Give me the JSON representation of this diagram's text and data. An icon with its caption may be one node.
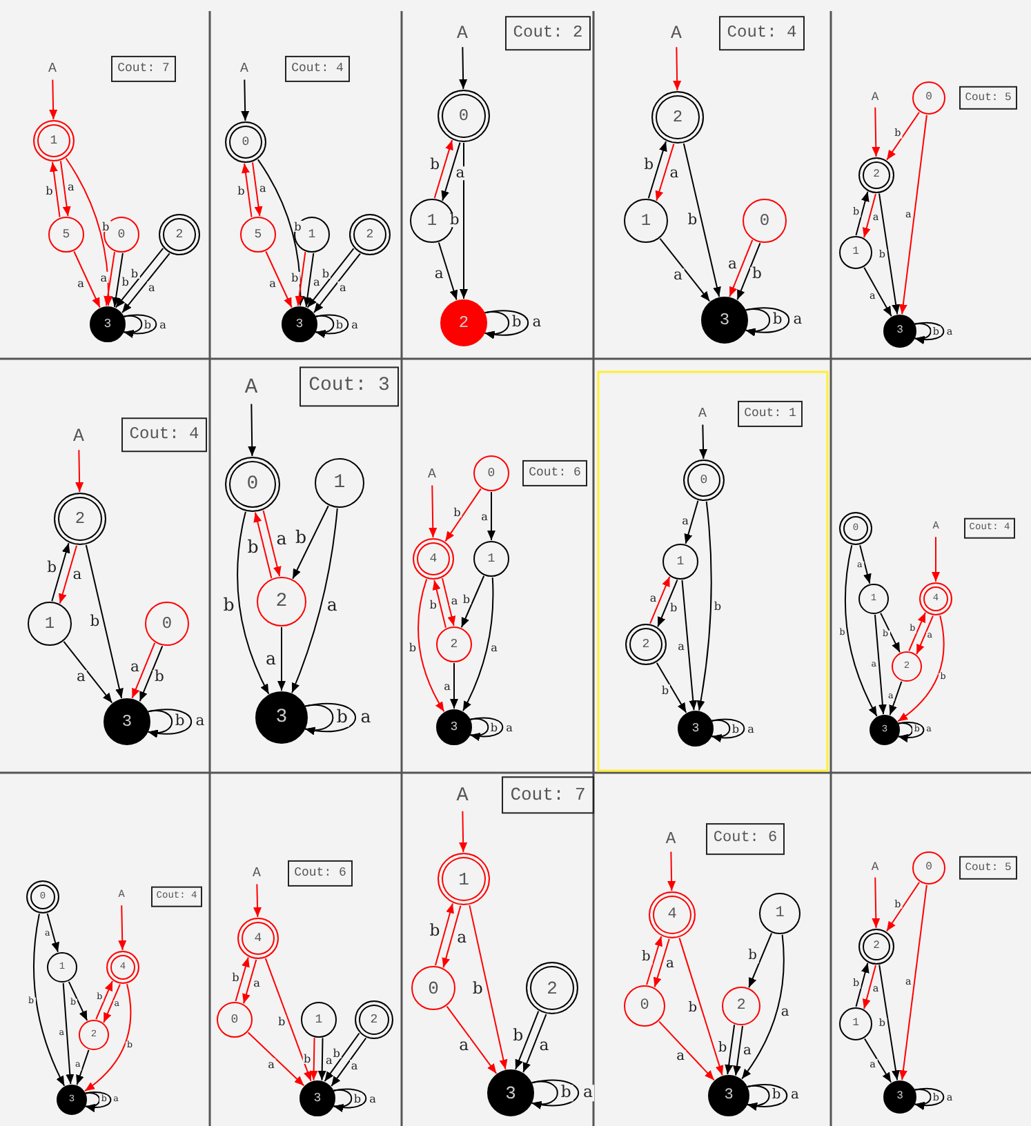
{
  "diagram": {
    "nodes": [
      {
        "text": [
          "A"
        ]
      },
      {
        "text": [
          "Cout: 7"
        ]
      },
      {
        "text": [
          "1"
        ]
      },
      {
        "text": [
          "5"
        ]
      },
      {
        "text": [
          "0"
        ]
      },
      {
        "text": [
          "2"
        ]
      },
      {
        "text": [
          "3"
        ]
      },
      {
        "text": [
          "A"
        ]
      },
      {
        "text": [
          "Cout: 4"
        ]
      },
      {
        "text": [
          "0"
        ]
      },
      {
        "text": [
          "5"
        ]
      },
      {
        "text": [
          "1"
        ]
      },
      {
        "text": [
          "2"
        ]
      },
      {
        "text": [
          "3"
        ]
      },
      {
        "text": [
          "A"
        ]
      },
      {
        "text": [
          "Cout: 2"
        ]
      },
      {
        "text": [
          "0"
        ]
      },
      {
        "text": [
          "1"
        ]
      },
      {
        "text": [
          "2"
        ]
      },
      {
        "text": [
          "A"
        ]
      },
      {
        "text": [
          "Cout: 4"
        ]
      },
      {
        "text": [
          "2"
        ]
      },
      {
        "text": [
          "1"
        ]
      },
      {
        "text": [
          "0"
        ]
      },
      {
        "text": [
          "3"
        ]
      },
      {
        "text": [
          "A"
        ]
      },
      {
        "text": [
          "0"
        ]
      },
      {
        "text": [
          "Cout: 5"
        ]
      },
      {
        "text": [
          "2"
        ]
      },
      {
        "text": [
          "1"
        ]
      },
      {
        "text": [
          "3"
        ]
      },
      {
        "text": [
          "A"
        ]
      },
      {
        "text": [
          "Cout: 4"
        ]
      },
      {
        "text": [
          "2"
        ]
      },
      {
        "text": [
          "1"
        ]
      },
      {
        "text": [
          "0"
        ]
      },
      {
        "text": [
          "3"
        ]
      },
      {
        "text": [
          "A"
        ]
      },
      {
        "text": [
          "Cout: 3"
        ]
      },
      {
        "text": [
          "0"
        ]
      },
      {
        "text": [
          "1"
        ]
      },
      {
        "text": [
          "2"
        ]
      },
      {
        "text": [
          "3"
        ]
      },
      {
        "text": [
          "A"
        ]
      },
      {
        "text": [
          "0"
        ]
      },
      {
        "text": [
          "Cout: 6"
        ]
      },
      {
        "text": [
          "4"
        ]
      },
      {
        "text": [
          "1"
        ]
      },
      {
        "text": [
          "2"
        ]
      },
      {
        "text": [
          "3"
        ]
      },
      {
        "text": [
          "A"
        ]
      },
      {
        "text": [
          "Cout: 1"
        ]
      },
      {
        "text": [
          "0"
        ]
      },
      {
        "text": [
          "1"
        ]
      },
      {
        "text": [
          "2"
        ]
      },
      {
        "text": [
          "3"
        ]
      },
      {
        "text": [
          "0"
        ]
      },
      {
        "text": [
          "A"
        ]
      },
      {
        "text": [
          "Cout: 4"
        ]
      },
      {
        "text": [
          "1"
        ]
      },
      {
        "text": [
          "4"
        ]
      },
      {
        "text": [
          "2"
        ]
      },
      {
        "text": [
          "3"
        ]
      },
      {
        "text": [
          "0"
        ]
      },
      {
        "text": [
          "A"
        ]
      },
      {
        "text": [
          "Cout: 4"
        ]
      },
      {
        "text": [
          "1"
        ]
      },
      {
        "text": [
          "4"
        ]
      },
      {
        "text": [
          "2"
        ]
      },
      {
        "text": [
          "3"
        ]
      },
      {
        "text": [
          "A"
        ]
      },
      {
        "text": [
          "Cout: 6"
        ]
      },
      {
        "text": [
          "4"
        ]
      },
      {
        "text": [
          "0"
        ]
      },
      {
        "text": [
          "1"
        ]
      },
      {
        "text": [
          "2"
        ]
      },
      {
        "text": [
          "3"
        ]
      },
      {
        "text": [
          "A"
        ]
      },
      {
        "text": [
          "Cout: 7"
        ]
      },
      {
        "text": [
          "1"
        ]
      },
      {
        "text": [
          "0"
        ]
      },
      {
        "text": [
          "2"
        ]
      },
      {
        "text": [
          "3"
        ]
      },
      {
        "text": [
          "A"
        ]
      },
      {
        "text": [
          "Cout: 6"
        ]
      },
      {
        "text": [
          "4"
        ]
      },
      {
        "text": [
          "1"
        ]
      },
      {
        "text": [
          "0"
        ]
      },
      {
        "text": [
          "2"
        ]
      },
      {
        "text": [
          "3"
        ]
      },
      {
        "text": [
          "A"
        ]
      },
      {
        "text": [
          "0"
        ]
      },
      {
        "text": [
          "Cout: 5"
        ]
      },
      {
        "text": [
          "2"
        ]
      },
      {
        "text": [
          "1"
        ]
      },
      {
        "text": [
          "3"
        ]
      }
    ],
    "edges": [
      {
        "from": 0,
        "to": 2,
        "arrow": "to",
        "color": "#ff0000"
      },
      {
        "from": 2,
        "to": 3,
        "arrow": "to",
        "label": "a",
        "color": "#ff0000"
      },
      {
        "from": 3,
        "to": 2,
        "arrow": "to",
        "label": "b",
        "color": "#ff0000"
      },
      {
        "from": 2,
        "to": 6,
        "arrow": "to",
        "label": "b",
        "color": "#ff0000"
      },
      {
        "from": 3,
        "to": 6,
        "arrow": "to",
        "label": "a",
        "color": "#ff0000"
      },
      {
        "from": 4,
        "to": 6,
        "arrow": "to",
        "label": "b"
      },
      {
        "from": 4,
        "to": 6,
        "arrow": "to",
        "label": "a",
        "color": "#ff0000"
      },
      {
        "from": 5,
        "to": 6,
        "arrow": "to",
        "label": "a"
      },
      {
        "from": 5,
        "to": 6,
        "arrow": "to",
        "label": "b"
      },
      {
        "from": 6,
        "to": 6,
        "arrow": "to",
        "label": "b"
      },
      {
        "from": 6,
        "to": 6,
        "arrow": "to",
        "label": "a"
      },
      {
        "from": 7,
        "to": 9,
        "arrow": "to"
      },
      {
        "from": 9,
        "to": 10,
        "arrow": "to",
        "label": "a",
        "color": "#ff0000"
      },
      {
        "from": 10,
        "to": 9,
        "arrow": "to",
        "label": "b",
        "color": "#ff0000"
      },
      {
        "from": 9,
        "to": 13,
        "arrow": "to",
        "label": "b"
      },
      {
        "from": 10,
        "to": 13,
        "arrow": "to",
        "label": "a",
        "color": "#ff0000"
      },
      {
        "from": 11,
        "to": 13,
        "arrow": "to",
        "label": "a"
      },
      {
        "from": 11,
        "to": 13,
        "arrow": "to",
        "label": "b",
        "color": "#ff0000"
      },
      {
        "from": 12,
        "to": 13,
        "arrow": "to",
        "label": "a"
      },
      {
        "from": 12,
        "to": 13,
        "arrow": "to",
        "label": "b"
      },
      {
        "from": 13,
        "to": 13,
        "arrow": "to",
        "label": "b"
      },
      {
        "from": 13,
        "to": 13,
        "arrow": "to",
        "label": "a"
      },
      {
        "from": 14,
        "to": 16,
        "arrow": "to"
      },
      {
        "from": 16,
        "to": 17,
        "arrow": "to",
        "label": "a"
      },
      {
        "from": 17,
        "to": 16,
        "arrow": "to",
        "label": "b",
        "color": "#ff0000"
      },
      {
        "from": 16,
        "to": 18,
        "arrow": "to",
        "label": "b"
      },
      {
        "from": 17,
        "to": 18,
        "arrow": "to",
        "label": "a"
      },
      {
        "from": 18,
        "to": 18,
        "arrow": "to",
        "label": "b"
      },
      {
        "from": 18,
        "to": 18,
        "arrow": "to",
        "label": "a"
      },
      {
        "from": 19,
        "to": 21,
        "arrow": "to",
        "color": "#ff0000"
      },
      {
        "from": 21,
        "to": 22,
        "arrow": "to",
        "label": "a",
        "color": "#ff0000"
      },
      {
        "from": 22,
        "to": 21,
        "arrow": "to",
        "label": "b"
      },
      {
        "from": 21,
        "to": 24,
        "arrow": "to",
        "label": "b"
      },
      {
        "from": 22,
        "to": 24,
        "arrow": "to",
        "label": "a"
      },
      {
        "from": 23,
        "to": 24,
        "arrow": "to",
        "label": "b"
      },
      {
        "from": 23,
        "to": 24,
        "arrow": "to",
        "label": "a",
        "color": "#ff0000"
      },
      {
        "from": 24,
        "to": 24,
        "arrow": "to",
        "label": "b"
      },
      {
        "from": 24,
        "to": 24,
        "arrow": "to",
        "label": "a"
      },
      {
        "from": 25,
        "to": 28,
        "arrow": "to",
        "color": "#ff0000"
      },
      {
        "from": 26,
        "to": 28,
        "arrow": "to",
        "label": "b",
        "color": "#ff0000"
      },
      {
        "from": 26,
        "to": 30,
        "arrow": "to",
        "label": "a",
        "color": "#ff0000"
      },
      {
        "from": 28,
        "to": 29,
        "arrow": "to",
        "label": "a",
        "color": "#ff0000"
      },
      {
        "from": 29,
        "to": 28,
        "arrow": "to",
        "label": "b"
      },
      {
        "from": 28,
        "to": 30,
        "arrow": "to",
        "label": "b"
      },
      {
        "from": 29,
        "to": 30,
        "arrow": "to",
        "label": "a"
      },
      {
        "from": 30,
        "to": 30,
        "arrow": "to",
        "label": "b"
      },
      {
        "from": 30,
        "to": 30,
        "arrow": "to",
        "label": "a"
      },
      {
        "from": 31,
        "to": 33,
        "arrow": "to",
        "color": "#ff0000"
      },
      {
        "from": 33,
        "to": 34,
        "arrow": "to",
        "label": "a",
        "color": "#ff0000"
      },
      {
        "from": 34,
        "to": 33,
        "arrow": "to",
        "label": "b"
      },
      {
        "from": 33,
        "to": 36,
        "arrow": "to",
        "label": "b"
      },
      {
        "from": 34,
        "to": 36,
        "arrow": "to",
        "label": "a"
      },
      {
        "from": 35,
        "to": 36,
        "arrow": "to",
        "label": "b"
      },
      {
        "from": 35,
        "to": 36,
        "arrow": "to",
        "label": "a",
        "color": "#ff0000"
      },
      {
        "from": 36,
        "to": 36,
        "arrow": "to",
        "label": "b"
      },
      {
        "from": 36,
        "to": 36,
        "arrow": "to",
        "label": "a"
      },
      {
        "from": 37,
        "to": 39,
        "arrow": "to"
      },
      {
        "from": 39,
        "to": 41,
        "arrow": "to",
        "label": "a",
        "color": "#ff0000"
      },
      {
        "from": 41,
        "to": 39,
        "arrow": "to",
        "label": "b",
        "color": "#ff0000"
      },
      {
        "from": 40,
        "to": 41,
        "arrow": "to",
        "label": "b"
      },
      {
        "from": 39,
        "to": 42,
        "arrow": "to",
        "label": "b"
      },
      {
        "from": 40,
        "to": 42,
        "arrow": "to",
        "label": "a"
      },
      {
        "from": 41,
        "to": 42,
        "arrow": "to",
        "label": "a"
      },
      {
        "from": 42,
        "to": 42,
        "arrow": "to",
        "label": "b"
      },
      {
        "from": 42,
        "to": 42,
        "arrow": "to",
        "label": "a"
      },
      {
        "from": 43,
        "to": 46,
        "arrow": "to",
        "color": "#ff0000"
      },
      {
        "from": 44,
        "to": 46,
        "arrow": "to",
        "label": "b",
        "color": "#ff0000"
      },
      {
        "from": 44,
        "to": 47,
        "arrow": "to",
        "label": "a"
      },
      {
        "from": 46,
        "to": 48,
        "arrow": "to",
        "label": "a",
        "color": "#ff0000"
      },
      {
        "from": 48,
        "to": 46,
        "arrow": "to",
        "label": "b",
        "color": "#ff0000"
      },
      {
        "from": 47,
        "to": 48,
        "arrow": "to",
        "label": "b"
      },
      {
        "from": 46,
        "to": 49,
        "arrow": "to",
        "label": "b",
        "color": "#ff0000"
      },
      {
        "from": 47,
        "to": 49,
        "arrow": "to",
        "label": "a"
      },
      {
        "from": 48,
        "to": 49,
        "arrow": "to",
        "label": "a"
      },
      {
        "from": 49,
        "to": 49,
        "arrow": "to",
        "label": "b"
      },
      {
        "from": 49,
        "to": 49,
        "arrow": "to",
        "label": "a"
      },
      {
        "from": 50,
        "to": 52,
        "arrow": "to"
      },
      {
        "from": 52,
        "to": 53,
        "arrow": "to",
        "label": "a"
      },
      {
        "from": 52,
        "to": 55,
        "arrow": "to",
        "label": "b"
      },
      {
        "from": 53,
        "to": 54,
        "arrow": "to",
        "label": "b"
      },
      {
        "from": 54,
        "to": 53,
        "arrow": "to",
        "label": "a",
        "color": "#ff0000"
      },
      {
        "from": 53,
        "to": 55,
        "arrow": "to",
        "label": "a"
      },
      {
        "from": 54,
        "to": 55,
        "arrow": "to",
        "label": "b"
      },
      {
        "from": 55,
        "to": 55,
        "arrow": "to",
        "label": "b"
      },
      {
        "from": 55,
        "to": 55,
        "arrow": "to",
        "label": "a"
      },
      {
        "from": 57,
        "to": 60,
        "arrow": "to",
        "color": "#ff0000"
      },
      {
        "from": 56,
        "to": 59,
        "arrow": "to",
        "label": "a"
      },
      {
        "from": 56,
        "to": 62,
        "arrow": "to",
        "label": "b"
      },
      {
        "from": 59,
        "to": 61,
        "arrow": "to",
        "label": "b"
      },
      {
        "from": 59,
        "to": 62,
        "arrow": "to",
        "label": "a"
      },
      {
        "from": 60,
        "to": 61,
        "arrow": "to",
        "label": "a",
        "color": "#ff0000"
      },
      {
        "from": 61,
        "to": 60,
        "arrow": "to",
        "label": "b",
        "color": "#ff0000"
      },
      {
        "from": 60,
        "to": 62,
        "arrow": "to",
        "label": "b",
        "color": "#ff0000"
      },
      {
        "from": 61,
        "to": 62,
        "arrow": "to",
        "label": "a"
      },
      {
        "from": 62,
        "to": 62,
        "arrow": "to",
        "label": "b"
      },
      {
        "from": 62,
        "to": 62,
        "arrow": "to",
        "label": "a"
      },
      {
        "from": 64,
        "to": 67,
        "arrow": "to",
        "color": "#ff0000"
      },
      {
        "from": 63,
        "to": 66,
        "arrow": "to",
        "label": "a"
      },
      {
        "from": 63,
        "to": 69,
        "arrow": "to",
        "label": "b"
      },
      {
        "from": 66,
        "to": 68,
        "arrow": "to",
        "label": "b"
      },
      {
        "from": 66,
        "to": 69,
        "arrow": "to",
        "label": "a"
      },
      {
        "from": 67,
        "to": 68,
        "arrow": "to",
        "label": "a",
        "color": "#ff0000"
      },
      {
        "from": 68,
        "to": 67,
        "arrow": "to",
        "label": "b",
        "color": "#ff0000"
      },
      {
        "from": 67,
        "to": 69,
        "arrow": "to",
        "label": "b",
        "color": "#ff0000"
      },
      {
        "from": 68,
        "to": 69,
        "arrow": "to",
        "label": "a"
      },
      {
        "from": 69,
        "to": 69,
        "arrow": "to",
        "label": "b"
      },
      {
        "from": 69,
        "to": 69,
        "arrow": "to",
        "label": "a"
      },
      {
        "from": 70,
        "to": 72,
        "arrow": "to",
        "color": "#ff0000"
      },
      {
        "from": 72,
        "to": 73,
        "arrow": "to",
        "label": "a",
        "color": "#ff0000"
      },
      {
        "from": 73,
        "to": 72,
        "arrow": "to",
        "label": "b",
        "color": "#ff0000"
      },
      {
        "from": 72,
        "to": 76,
        "arrow": "to",
        "label": "b",
        "color": "#ff0000"
      },
      {
        "from": 73,
        "to": 76,
        "arrow": "to",
        "label": "a",
        "color": "#ff0000"
      },
      {
        "from": 74,
        "to": 76,
        "arrow": "to",
        "label": "a"
      },
      {
        "from": 74,
        "to": 76,
        "arrow": "to",
        "label": "b",
        "color": "#ff0000"
      },
      {
        "from": 75,
        "to": 76,
        "arrow": "to",
        "label": "a"
      },
      {
        "from": 75,
        "to": 76,
        "arrow": "to",
        "label": "b"
      },
      {
        "from": 76,
        "to": 76,
        "arrow": "to",
        "label": "b"
      },
      {
        "from": 76,
        "to": 76,
        "arrow": "to",
        "label": "a"
      },
      {
        "from": 77,
        "to": 79,
        "arrow": "to",
        "color": "#ff0000"
      },
      {
        "from": 79,
        "to": 80,
        "arrow": "to",
        "label": "a",
        "color": "#ff0000"
      },
      {
        "from": 80,
        "to": 79,
        "arrow": "to",
        "label": "b",
        "color": "#ff0000"
      },
      {
        "from": 79,
        "to": 82,
        "arrow": "to",
        "label": "b",
        "color": "#ff0000"
      },
      {
        "from": 80,
        "to": 82,
        "arrow": "to",
        "label": "a",
        "color": "#ff0000"
      },
      {
        "from": 81,
        "to": 82,
        "arrow": "to",
        "label": "a"
      },
      {
        "from": 81,
        "to": 82,
        "arrow": "to",
        "label": "b"
      },
      {
        "from": 82,
        "to": 82,
        "arrow": "to",
        "label": "b"
      },
      {
        "from": 82,
        "to": 82,
        "arrow": "to",
        "label": "a"
      },
      {
        "from": 83,
        "to": 85,
        "arrow": "to",
        "color": "#ff0000"
      },
      {
        "from": 85,
        "to": 87,
        "arrow": "to",
        "label": "a",
        "color": "#ff0000"
      },
      {
        "from": 87,
        "to": 85,
        "arrow": "to",
        "label": "b",
        "color": "#ff0000"
      },
      {
        "from": 85,
        "to": 89,
        "arrow": "to",
        "label": "b",
        "color": "#ff0000"
      },
      {
        "from": 87,
        "to": 89,
        "arrow": "to",
        "label": "a",
        "color": "#ff0000"
      },
      {
        "from": 86,
        "to": 88,
        "arrow": "to",
        "label": "b"
      },
      {
        "from": 86,
        "to": 89,
        "arrow": "to",
        "label": "a"
      },
      {
        "from": 88,
        "to": 89,
        "arrow": "to",
        "label": "a"
      },
      {
        "from": 88,
        "to": 89,
        "arrow": "to",
        "label": "b"
      },
      {
        "from": 89,
        "to": 89,
        "arrow": "to",
        "label": "b"
      },
      {
        "from": 89,
        "to": 89,
        "arrow": "to",
        "label": "a"
      },
      {
        "from": 90,
        "to": 93,
        "arrow": "to",
        "color": "#ff0000"
      },
      {
        "from": 91,
        "to": 93,
        "arrow": "to",
        "label": "b",
        "color": "#ff0000"
      },
      {
        "from": 91,
        "to": 95,
        "arrow": "to",
        "label": "a",
        "color": "#ff0000"
      },
      {
        "from": 93,
        "to": 94,
        "arrow": "to",
        "label": "a",
        "color": "#ff0000"
      },
      {
        "from": 94,
        "to": 93,
        "arrow": "to",
        "label": "b"
      },
      {
        "from": 93,
        "to": 95,
        "arrow": "to",
        "label": "b"
      },
      {
        "from": 94,
        "to": 95,
        "arrow": "to",
        "label": "a"
      },
      {
        "from": 95,
        "to": 95,
        "arrow": "to",
        "label": "b"
      },
      {
        "from": 95,
        "to": 95,
        "arrow": "to",
        "label": "a"
      }
    ]
  }
}
